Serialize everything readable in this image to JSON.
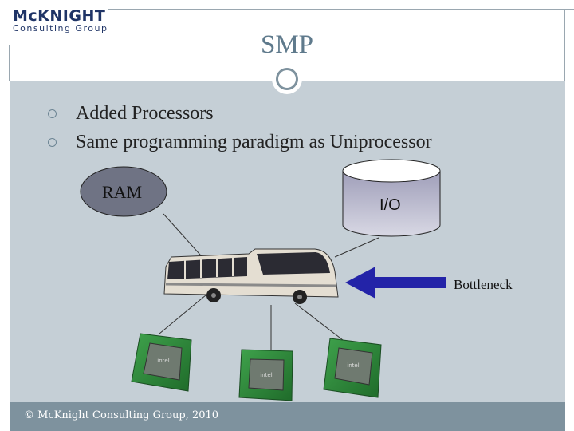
{
  "logo": {
    "main": "McKNIGHT",
    "sub": "Consulting Group"
  },
  "slide": {
    "title": "SMP"
  },
  "bullets": [
    "Added Processors",
    "Same programming paradigm as Uniprocessor"
  ],
  "diagram": {
    "ram": "RAM",
    "io": "I/O",
    "bottleneck": "Bottleneck",
    "processor_chip_text": "intel"
  },
  "footer": {
    "text": "© McKnight Consulting Group, 2010"
  },
  "colors": {
    "content_bg": "#c5cfd6",
    "footer_bg": "#7e929e",
    "title": "#5f7a8c",
    "ram_fill": "#6f7384",
    "io_fill": "#a7a6c3",
    "arrow": "#2323a8",
    "chip_green": "#2e8a3a"
  }
}
